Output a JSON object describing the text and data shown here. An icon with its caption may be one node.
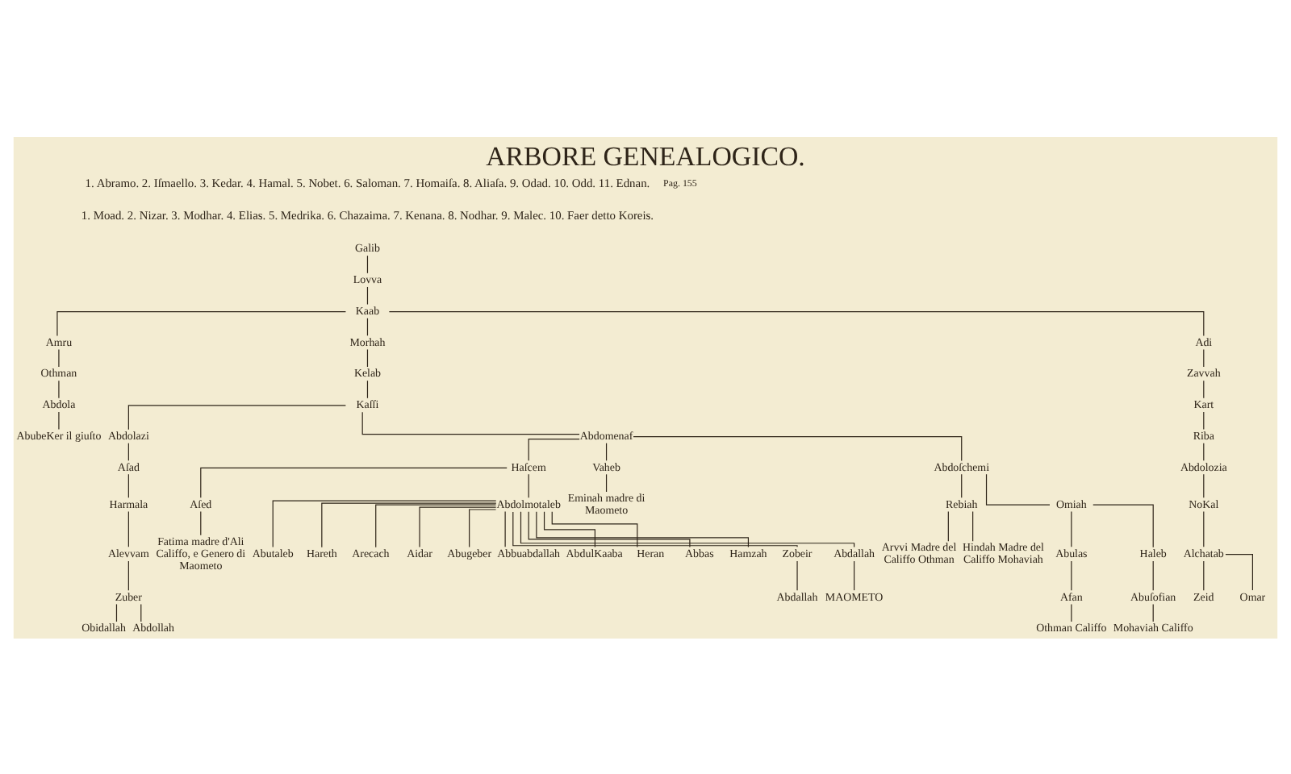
{
  "diagram": {
    "title": "ARBORE GENEALOGICO.",
    "nodes": [
      {
        "text": [
          "Galib"
        ]
      },
      {
        "text": [
          "Lovva"
        ]
      },
      {
        "text": [
          "Kaab"
        ]
      },
      {
        "text": [
          "Amru"
        ]
      },
      {
        "text": [
          "Othman"
        ]
      },
      {
        "text": [
          "Abdola"
        ]
      },
      {
        "text": [
          "AbubeKer il giuſto"
        ]
      },
      {
        "text": [
          "Morhah"
        ]
      },
      {
        "text": [
          "Kelab"
        ]
      },
      {
        "text": [
          "Kaſſi"
        ]
      },
      {
        "text": [
          "Abdolazi"
        ]
      },
      {
        "text": [
          "Aſad"
        ]
      },
      {
        "text": [
          "Harmala"
        ]
      },
      {
        "text": [
          "Alevvam"
        ]
      },
      {
        "text": [
          "Zuber"
        ]
      },
      {
        "text": [
          "Obidallah"
        ]
      },
      {
        "text": [
          "Abdollah"
        ]
      },
      {
        "text": [
          "Abdomenaf"
        ]
      },
      {
        "text": [
          "Haſcem"
        ]
      },
      {
        "text": [
          "Aſed"
        ]
      },
      {
        "text": [
          "Fatima madre d'Ali Califfo, e Genero di Maometo"
        ]
      },
      {
        "text": [
          "Abdolmotaleb"
        ]
      },
      {
        "text": [
          "Abutaleb"
        ]
      },
      {
        "text": [
          "Hareth"
        ]
      },
      {
        "text": [
          "Arecach"
        ]
      },
      {
        "text": [
          "Aidar"
        ]
      },
      {
        "text": [
          "Abugeber"
        ]
      },
      {
        "text": [
          "Abbuabdallah"
        ]
      },
      {
        "text": [
          "AbdulKaaba"
        ]
      },
      {
        "text": [
          "Heran"
        ]
      },
      {
        "text": [
          "Abbas"
        ]
      },
      {
        "text": [
          "Hamzah"
        ]
      },
      {
        "text": [
          "Zobeir"
        ]
      },
      {
        "text": [
          "Abdallah"
        ]
      },
      {
        "text": [
          "Abdallah"
        ]
      },
      {
        "text": [
          "MAOMETO"
        ]
      },
      {
        "text": [
          "Vaheb"
        ]
      },
      {
        "text": [
          "Eminah madre di Maometo"
        ]
      },
      {
        "text": [
          "Abdoſchemi"
        ]
      },
      {
        "text": [
          "Rebiah"
        ]
      },
      {
        "text": [
          "Arvvi Madre del Califfo Othman"
        ]
      },
      {
        "text": [
          "Hindah Madre del Califfo Mohaviah"
        ]
      },
      {
        "text": [
          "Omiah"
        ]
      },
      {
        "text": [
          "Abulas"
        ]
      },
      {
        "text": [
          "Afan"
        ]
      },
      {
        "text": [
          "Othman Califfo"
        ]
      },
      {
        "text": [
          "Haleb"
        ]
      },
      {
        "text": [
          "Abuſofian"
        ]
      },
      {
        "text": [
          "Mohaviah Califfo"
        ]
      },
      {
        "text": [
          "Adi"
        ]
      },
      {
        "text": [
          "Zavvah"
        ]
      },
      {
        "text": [
          "Kart"
        ]
      },
      {
        "text": [
          "Riba"
        ]
      },
      {
        "text": [
          "Abdolozia"
        ]
      },
      {
        "text": [
          "NoKal"
        ]
      },
      {
        "text": [
          "Alchatab"
        ]
      },
      {
        "text": [
          "Zeid"
        ]
      },
      {
        "text": [
          "Omar"
        ]
      }
    ],
    "edges": [
      {
        "from": 0,
        "to": 1,
        "arrow": "none"
      },
      {
        "from": 1,
        "to": 2,
        "arrow": "none"
      },
      {
        "from": 2,
        "to": 3,
        "arrow": "none"
      },
      {
        "from": 2,
        "to": 7,
        "arrow": "none"
      },
      {
        "from": 2,
        "to": 49,
        "arrow": "none"
      },
      {
        "from": 3,
        "to": 4,
        "arrow": "none"
      },
      {
        "from": 4,
        "to": 5,
        "arrow": "none"
      },
      {
        "from": 5,
        "to": 6,
        "arrow": "none"
      },
      {
        "from": 7,
        "to": 8,
        "arrow": "none"
      },
      {
        "from": 8,
        "to": 9,
        "arrow": "none"
      },
      {
        "from": 9,
        "to": 10,
        "arrow": "none"
      },
      {
        "from": 9,
        "to": 17,
        "arrow": "none"
      },
      {
        "from": 10,
        "to": 11,
        "arrow": "none"
      },
      {
        "from": 11,
        "to": 12,
        "arrow": "none"
      },
      {
        "from": 12,
        "to": 13,
        "arrow": "none"
      },
      {
        "from": 13,
        "to": 14,
        "arrow": "none"
      },
      {
        "from": 14,
        "to": 15,
        "arrow": "none"
      },
      {
        "from": 14,
        "to": 16,
        "arrow": "none"
      },
      {
        "from": 17,
        "to": 18,
        "arrow": "none"
      },
      {
        "from": 17,
        "to": 36,
        "arrow": "none"
      },
      {
        "from": 17,
        "to": 38,
        "arrow": "none"
      },
      {
        "from": 18,
        "to": 19,
        "arrow": "none"
      },
      {
        "from": 18,
        "to": 21,
        "arrow": "none"
      },
      {
        "from": 19,
        "to": 20,
        "arrow": "none"
      },
      {
        "from": 21,
        "to": 22,
        "arrow": "none"
      },
      {
        "from": 21,
        "to": 23,
        "arrow": "none"
      },
      {
        "from": 21,
        "to": 24,
        "arrow": "none"
      },
      {
        "from": 21,
        "to": 25,
        "arrow": "none"
      },
      {
        "from": 21,
        "to": 26,
        "arrow": "none"
      },
      {
        "from": 21,
        "to": 27,
        "arrow": "none"
      },
      {
        "from": 21,
        "to": 28,
        "arrow": "none"
      },
      {
        "from": 21,
        "to": 29,
        "arrow": "none"
      },
      {
        "from": 21,
        "to": 30,
        "arrow": "none"
      },
      {
        "from": 21,
        "to": 31,
        "arrow": "none"
      },
      {
        "from": 21,
        "to": 32,
        "arrow": "none"
      },
      {
        "from": 21,
        "to": 33,
        "arrow": "none"
      },
      {
        "from": 32,
        "to": 34,
        "arrow": "none"
      },
      {
        "from": 33,
        "to": 35,
        "arrow": "none"
      },
      {
        "from": 36,
        "to": 37,
        "arrow": "none"
      },
      {
        "from": 38,
        "to": 39,
        "arrow": "none"
      },
      {
        "from": 38,
        "to": 42,
        "arrow": "none"
      },
      {
        "from": 39,
        "to": 40,
        "arrow": "none"
      },
      {
        "from": 39,
        "to": 41,
        "arrow": "none"
      },
      {
        "from": 42,
        "to": 43,
        "arrow": "none"
      },
      {
        "from": 42,
        "to": 46,
        "arrow": "none"
      },
      {
        "from": 43,
        "to": 44,
        "arrow": "none"
      },
      {
        "from": 44,
        "to": 45,
        "arrow": "none"
      },
      {
        "from": 46,
        "to": 47,
        "arrow": "none"
      },
      {
        "from": 47,
        "to": 48,
        "arrow": "none"
      },
      {
        "from": 49,
        "to": 50,
        "arrow": "none"
      },
      {
        "from": 50,
        "to": 51,
        "arrow": "none"
      },
      {
        "from": 51,
        "to": 52,
        "arrow": "none"
      },
      {
        "from": 52,
        "to": 53,
        "arrow": "none"
      },
      {
        "from": 53,
        "to": 54,
        "arrow": "none"
      },
      {
        "from": 54,
        "to": 55,
        "arrow": "none"
      },
      {
        "from": 55,
        "to": 56,
        "arrow": "none"
      },
      {
        "from": 55,
        "to": 57,
        "arrow": "none"
      }
    ],
    "labels": [
      "Pag. 155",
      "1. Abramo. 2. Iſmaello. 3. Kedar. 4. Hamal. 5. Nobet. 6. Saloman. 7. Homaiſa. 8. Aliaſa. 9. Odad. 10. Odd. 11. Ednan.",
      "1. Moad. 2. Nizar. 3. Modhar. 4. Elias. 5. Medrika. 6. Chazaima. 7. Kenana. 8. Nodhar. 9. Malec. 10. Faer detto Koreis."
    ]
  }
}
